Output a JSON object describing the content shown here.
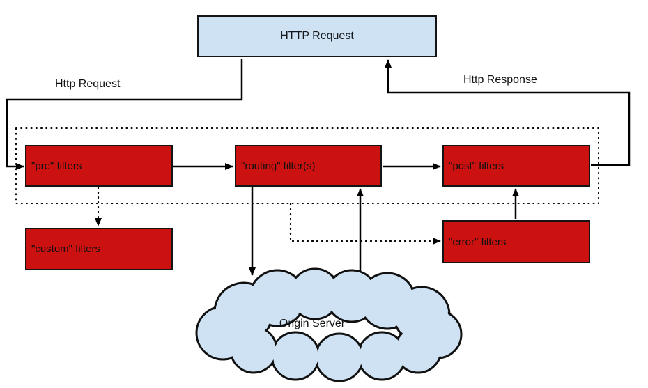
{
  "diagram": {
    "http_request_label": "HTTP Request",
    "edge_labels": {
      "request": "Http Request",
      "response": "Http Response"
    },
    "filters": {
      "pre": "\"pre\" filters",
      "routing": "\"routing\" filter(s)",
      "post": "\"post\" filters",
      "custom": "\"custom\" filters",
      "error": "\"error\" filters"
    },
    "cloud_label": "Origin Server",
    "colors": {
      "box_blue": "#cfe2f3",
      "box_red": "#cc1111",
      "line": "#000000",
      "background": "#ffffff"
    },
    "edges": [
      {
        "from": "http-request",
        "to": "pre-filters",
        "style": "solid",
        "label": "Http Request"
      },
      {
        "from": "pre-filters",
        "to": "routing-filters",
        "style": "solid"
      },
      {
        "from": "routing-filters",
        "to": "post-filters",
        "style": "solid"
      },
      {
        "from": "post-filters",
        "to": "http-request",
        "style": "solid",
        "label": "Http Response"
      },
      {
        "from": "pre-filters",
        "to": "custom-filters",
        "style": "dotted"
      },
      {
        "from": "routing-filters",
        "to": "origin-server",
        "style": "solid"
      },
      {
        "from": "origin-server",
        "to": "routing-filters",
        "style": "solid"
      },
      {
        "from": "error-filters",
        "to": "post-filters",
        "style": "solid"
      },
      {
        "from": "filter-container",
        "to": "error-filters",
        "style": "dotted"
      }
    ]
  }
}
